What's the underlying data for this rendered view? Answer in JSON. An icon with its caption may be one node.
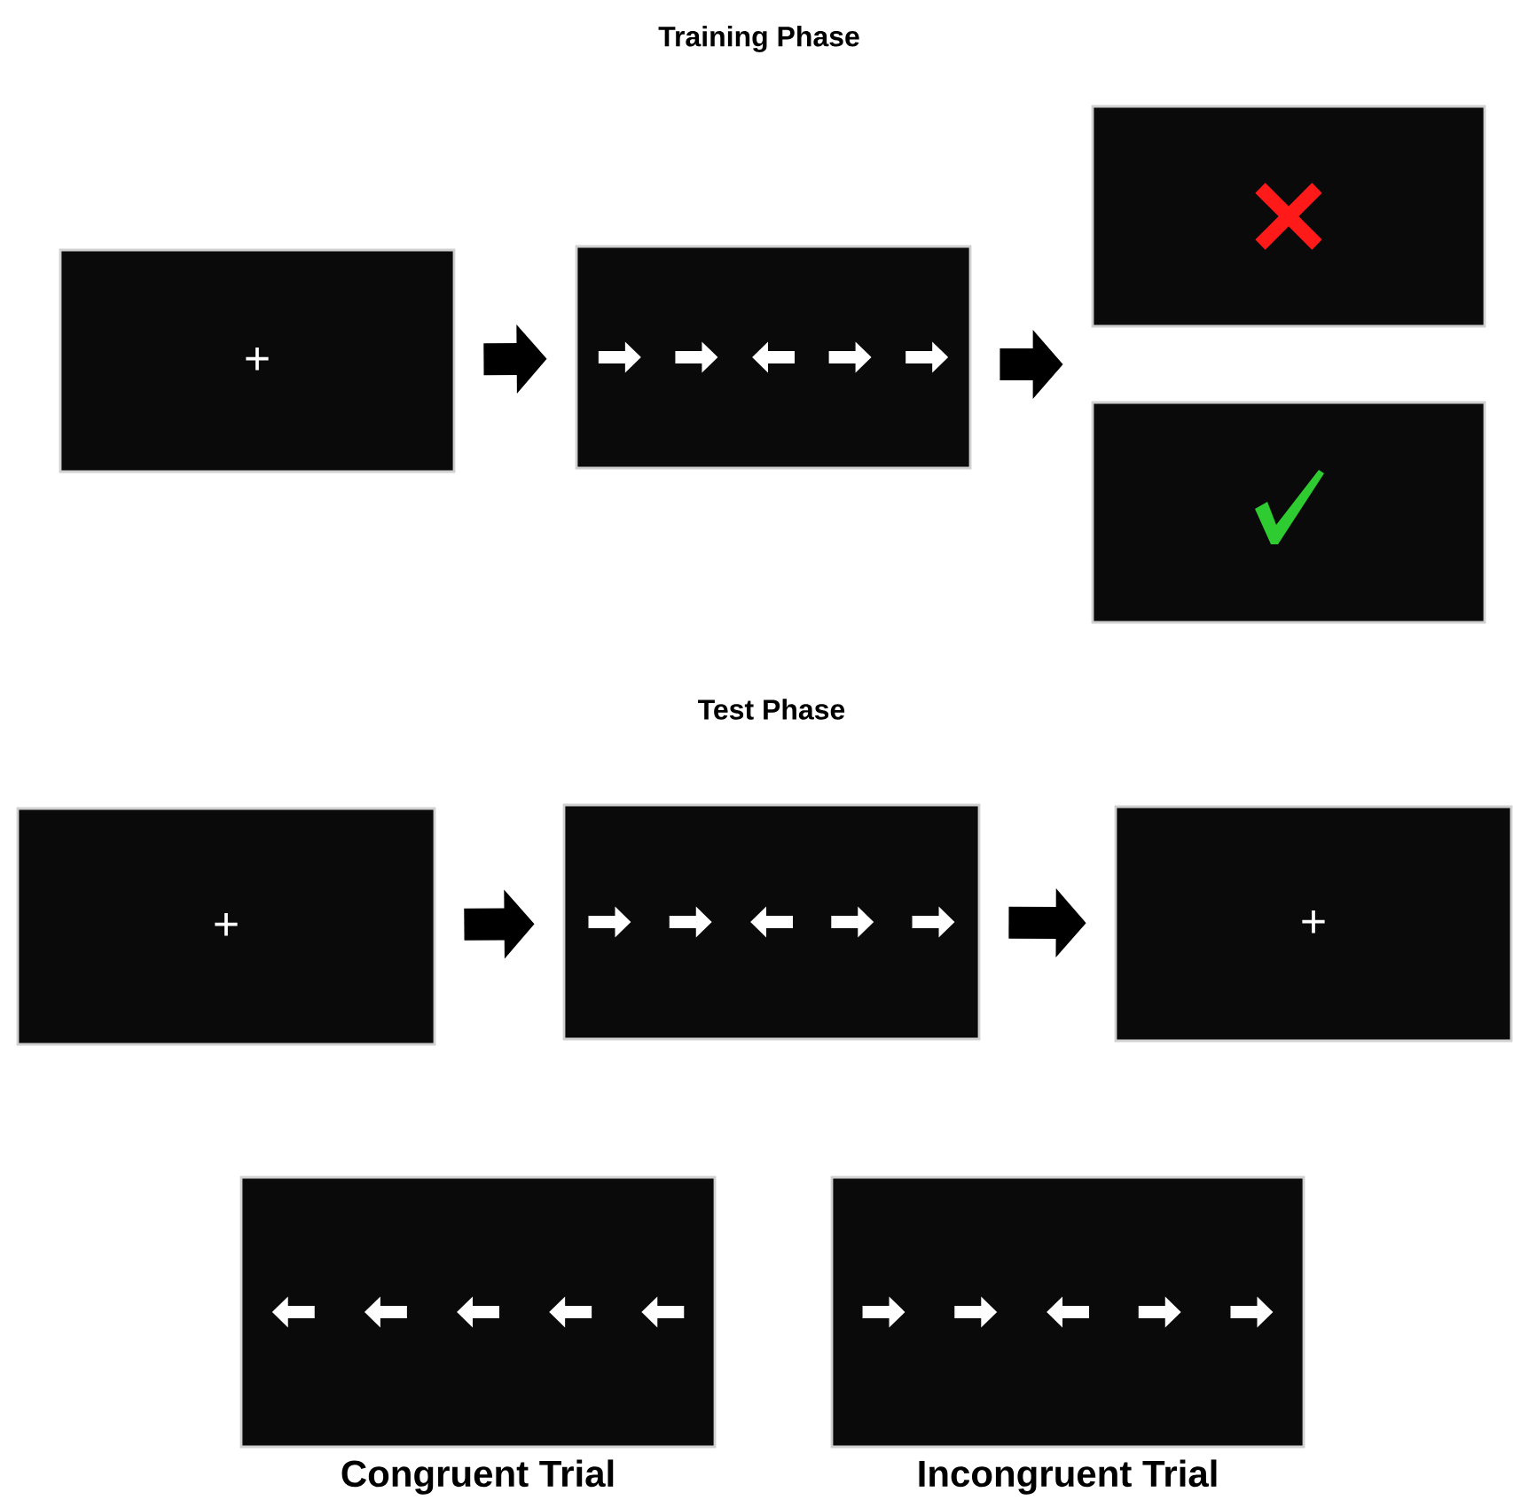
{
  "diagram": {
    "nodes": [
      {
        "text": [
          "+"
        ]
      },
      {
        "text": [],
        "shape": "box"
      },
      {
        "text": [],
        "shape": "box"
      },
      {
        "text": [],
        "shape": "box"
      },
      {
        "text": [
          "+"
        ]
      },
      {
        "text": [],
        "shape": "box"
      },
      {
        "text": [
          "+"
        ]
      },
      {
        "text": [
          "Congruent Trial"
        ]
      },
      {
        "text": [
          "Incongruent Trial"
        ]
      }
    ],
    "edges": [
      {
        "from": 0,
        "to": 1,
        "arrow": "to"
      },
      {
        "from": 1,
        "to": 2,
        "arrow": "to"
      },
      {
        "from": 1,
        "to": 3,
        "arrow": "to"
      },
      {
        "from": 4,
        "to": 5,
        "arrow": "to"
      },
      {
        "from": 5,
        "to": 6,
        "arrow": "to"
      }
    ],
    "labels": [
      "Training Phase",
      "Test Phase"
    ]
  }
}
